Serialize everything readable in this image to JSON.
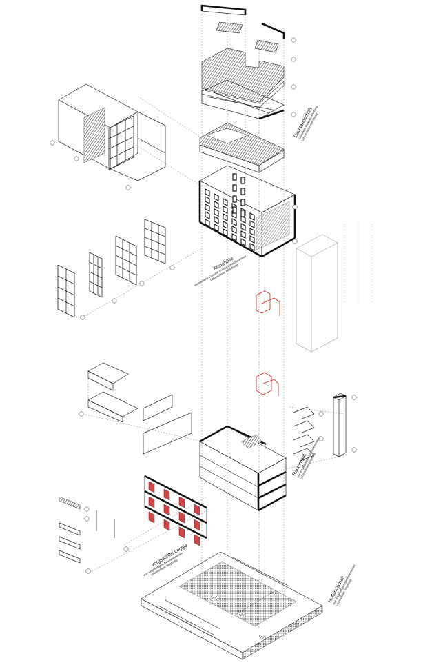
{
  "labels": {
    "dachlandschaft": {
      "title": "Dachlandschaft",
      "line1": "Gründach, Regenrückhaltung",
      "line2": "Lebensdauer mittelfristig"
    },
    "klimahuelle": {
      "title": "Klimahülle",
      "line1": "elementierte Fassade in Holzrahmenbauweise",
      "line2": "Lebensdauer mittelfristig"
    },
    "raumregal": {
      "title": "Raumregal",
      "line1": "aus vorgefertigten Betonelementen",
      "line2": "Lebensdauer langfristig"
    },
    "loggia": {
      "title": "vorgestellte Loggia",
      "line1": "aus vorgefertigten Betonelementen",
      "line2": "Lebensdauer langfristig"
    },
    "hoflandschaft": {
      "title": "Hoflandschaft",
      "line1": "aus vorgefertigten Betonelementen",
      "line2": "Lebensdauer langfristig"
    }
  },
  "colors": {
    "line": "#222222",
    "accent": "#d02020",
    "hatch": "#333333",
    "background": "#ffffff"
  }
}
